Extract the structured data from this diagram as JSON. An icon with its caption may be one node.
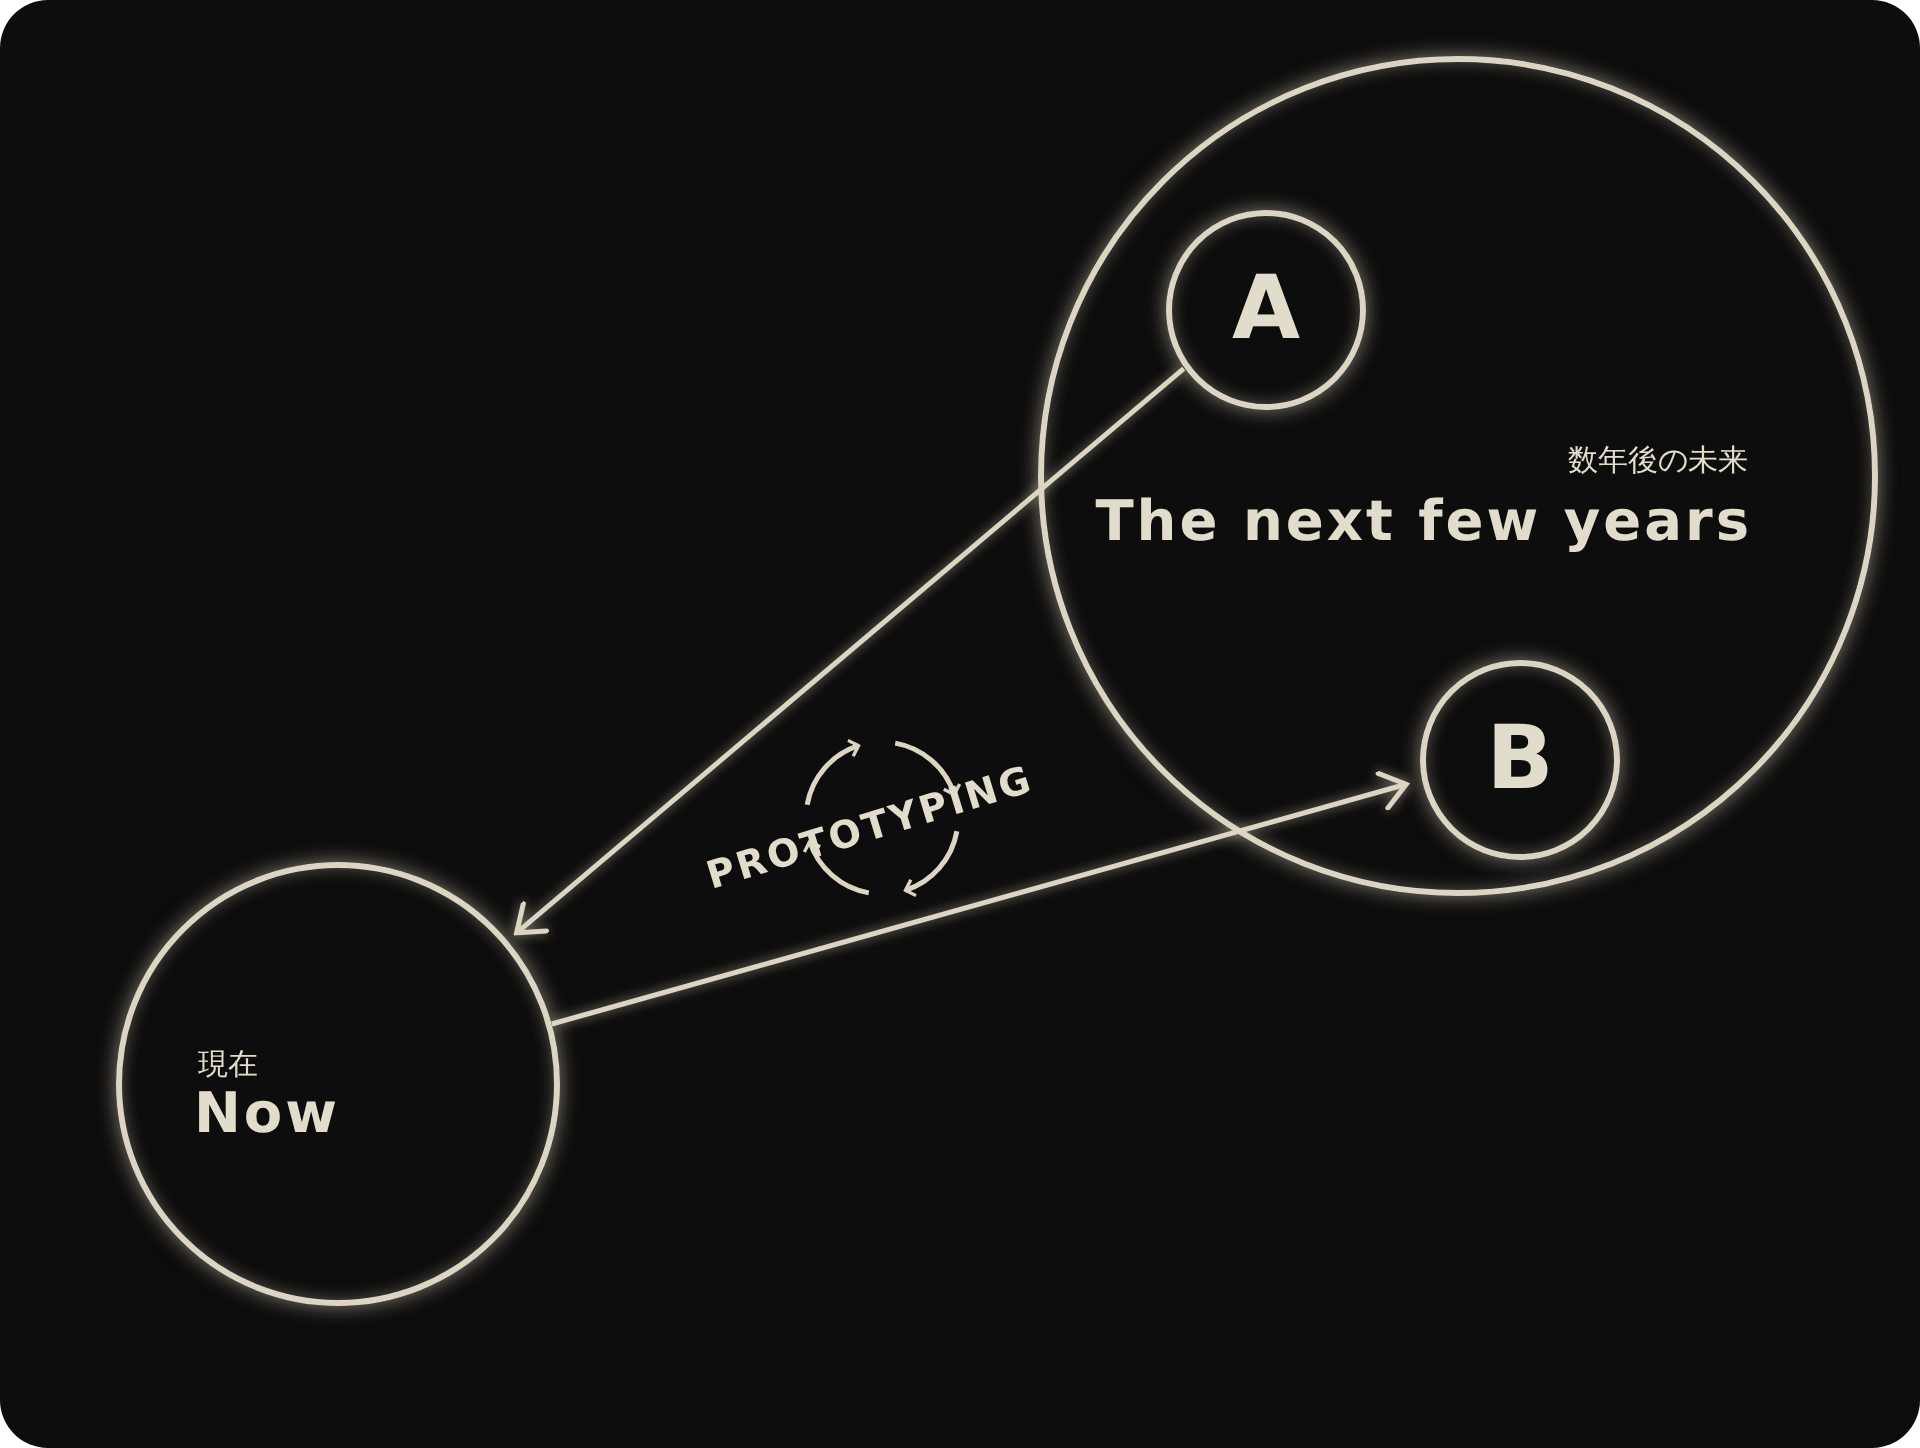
{
  "diagram": {
    "nodes": [
      {
        "text": [
          "数年後の未来",
          "The next few years"
        ]
      },
      {
        "text": [
          "A"
        ],
        "in": 0
      },
      {
        "text": [
          "B"
        ],
        "in": 0
      },
      {
        "text": [
          "現在",
          "Now"
        ]
      }
    ],
    "edges": [
      {
        "from": 1,
        "to": 3,
        "arrow": "to"
      },
      {
        "from": 3,
        "to": 2,
        "arrow": "to"
      }
    ],
    "labels": [
      "PROTOTYPING"
    ]
  }
}
